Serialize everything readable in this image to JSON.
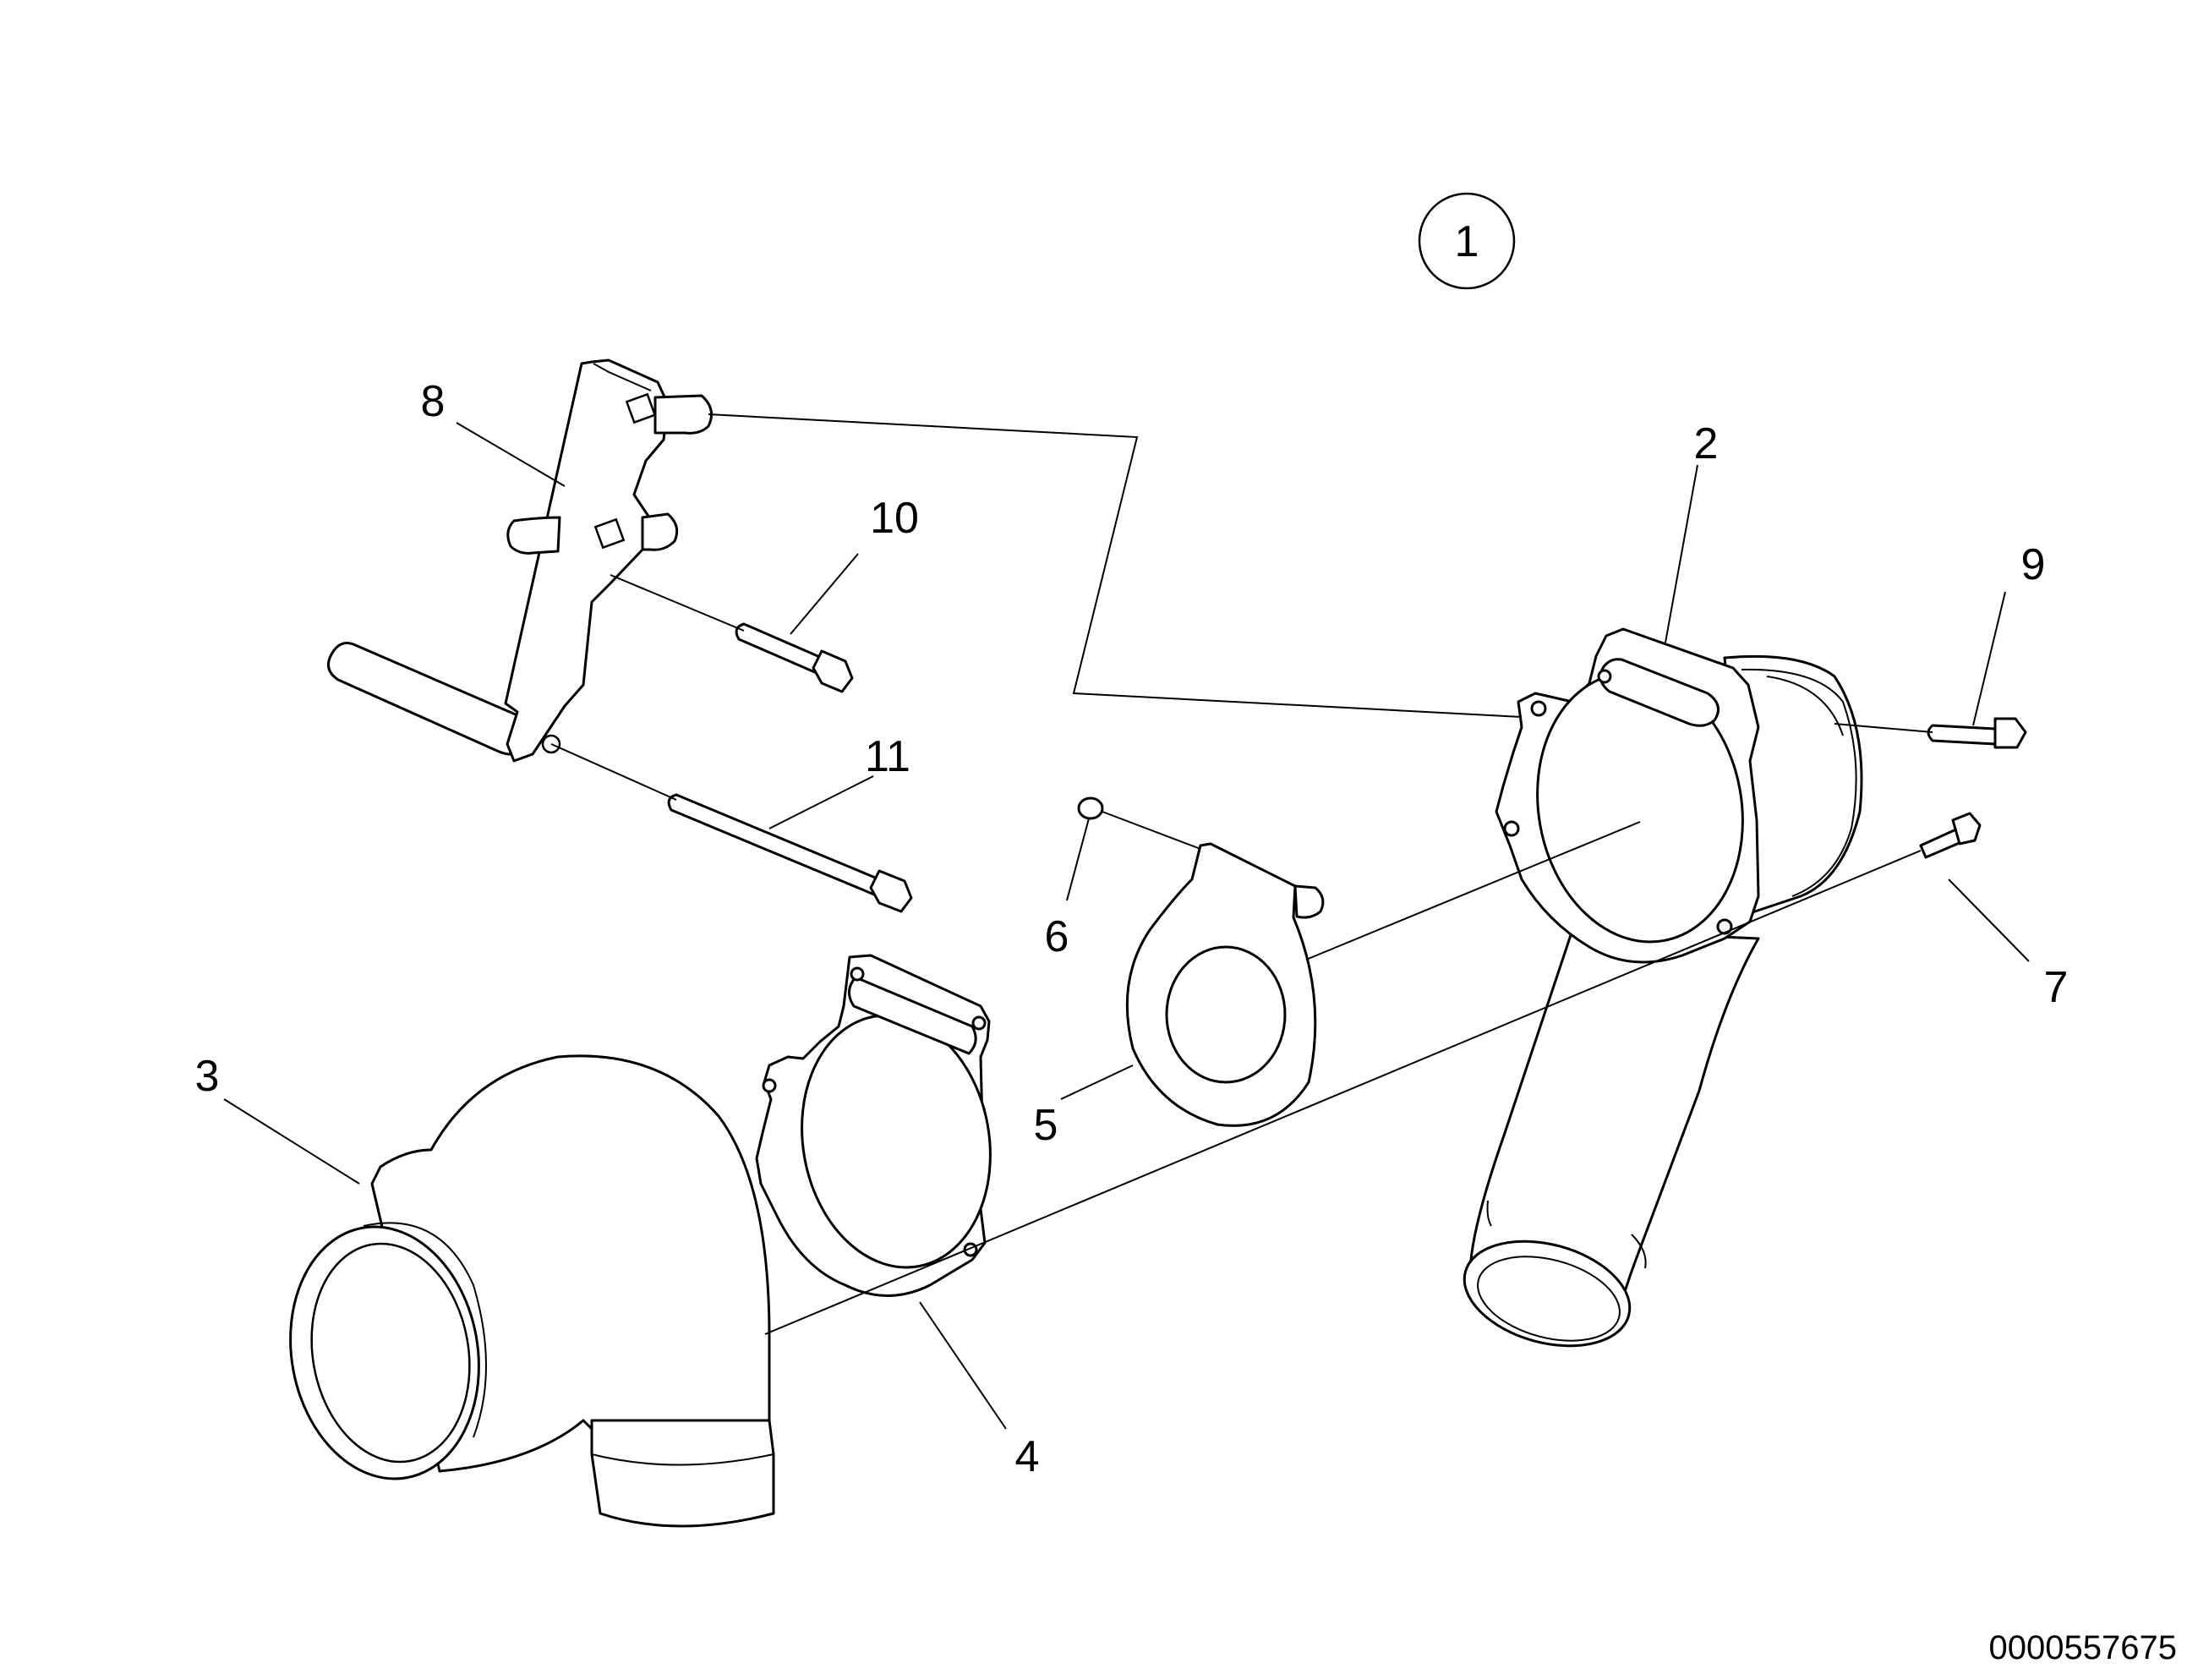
{
  "assembly_reference": "1",
  "document_number": "0000557675",
  "callouts": [
    "2",
    "3",
    "4",
    "5",
    "6",
    "7",
    "8",
    "9",
    "10",
    "11"
  ]
}
